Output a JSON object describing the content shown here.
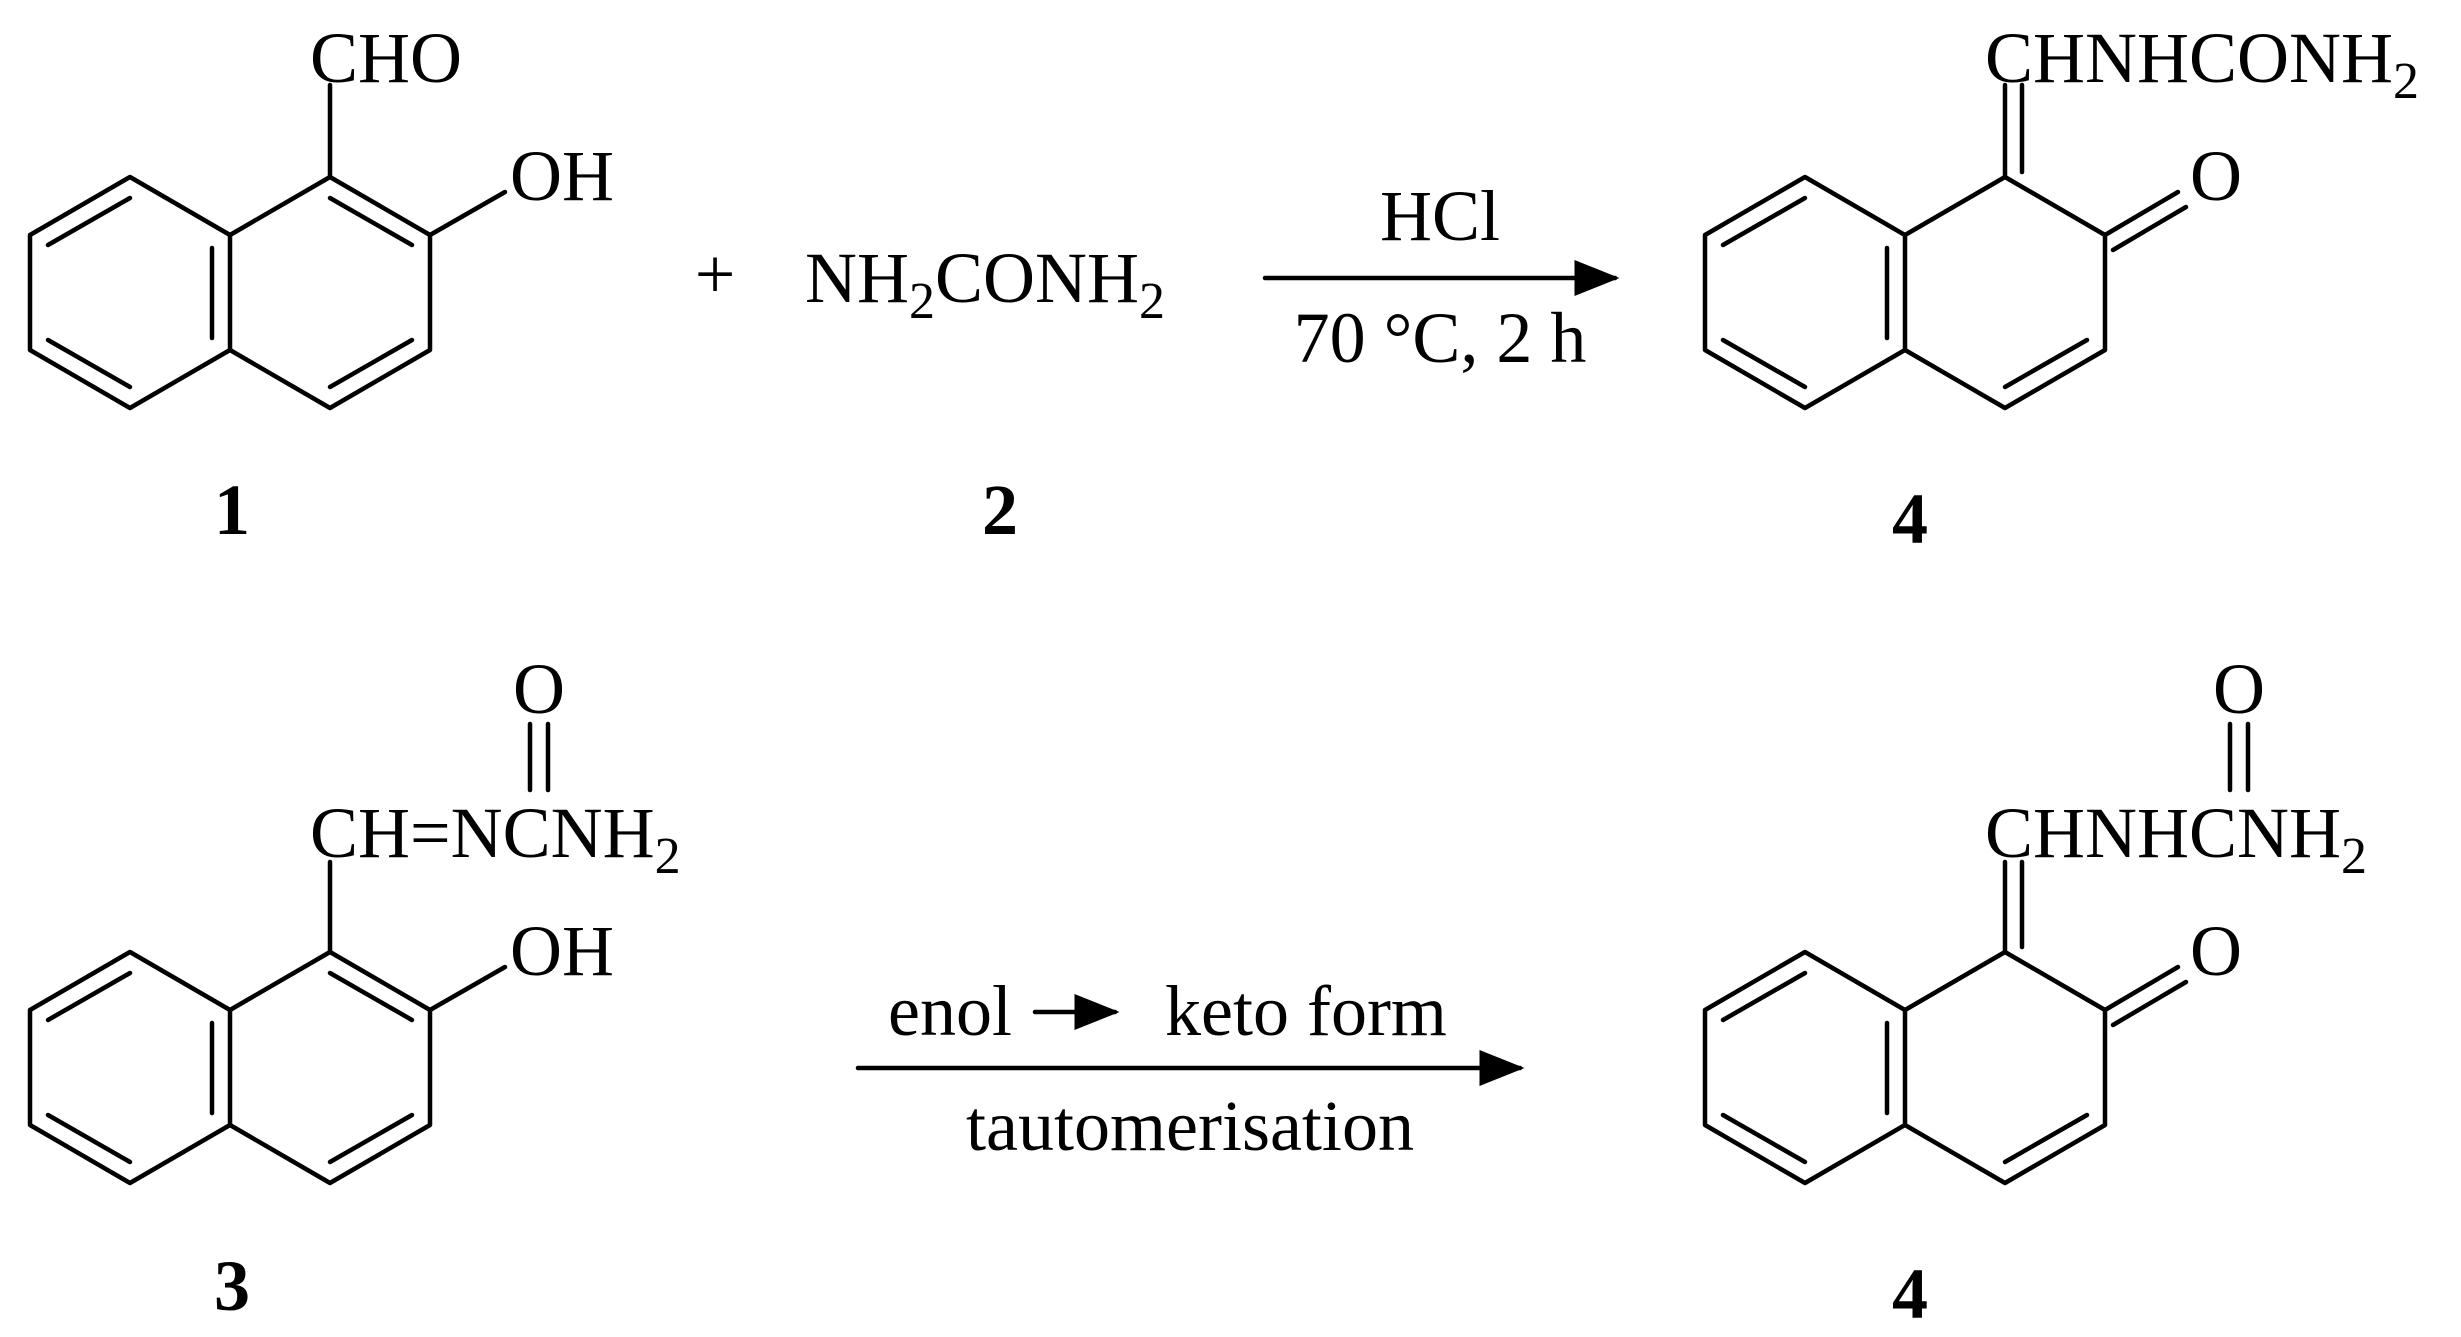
{
  "reaction1": {
    "reactant1": {
      "label": "1",
      "substituent_top": "CHO",
      "substituent_side": "OH"
    },
    "plus": "+",
    "reactant2": {
      "label": "2",
      "formula_parts": [
        "NH",
        "2",
        "CONH",
        "2"
      ]
    },
    "arrow": {
      "above": "HCl",
      "below": "70 °C, 2 h"
    },
    "product": {
      "label": "4",
      "formula_parts": [
        "CHNHCONH",
        "2"
      ],
      "keto_o": "O"
    }
  },
  "reaction2": {
    "reactant": {
      "label": "3",
      "carbonyl_o": "O",
      "chain_part1": "CH=N",
      "chain_part2": "C",
      "chain_part3": "NH",
      "chain_sub": "2",
      "hydroxyl": "OH"
    },
    "arrow": {
      "above_left": "enol",
      "above_right": "keto form",
      "below": "tautomerisation"
    },
    "product": {
      "label": "4",
      "carbonyl_o": "O",
      "chain_part1": "CHNH",
      "chain_part2": "C",
      "chain_part3": "NH",
      "chain_sub": "2",
      "keto_o": "O"
    }
  }
}
